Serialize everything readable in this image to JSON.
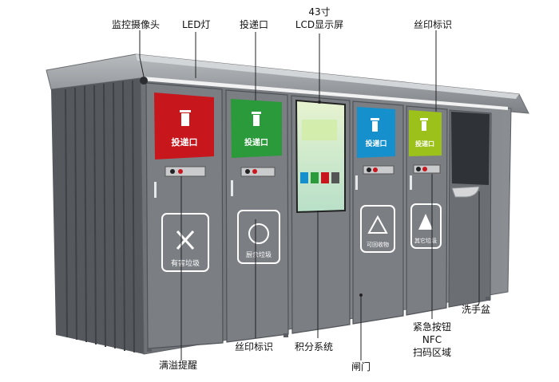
{
  "labels": {
    "camera": "监控摄像头",
    "led": "LED灯",
    "drop_port": "投递口",
    "lcd_size": "43寸",
    "lcd_name": "LCD显示屏",
    "silk_top": "丝印标识",
    "sink": "洗手盆",
    "emergency": "紧急按钮",
    "nfc": "NFC",
    "scan": "扫码区域",
    "overflow": "满溢提醒",
    "silk_bottom": "丝印标识",
    "points": "积分系统",
    "gate": "闸门"
  },
  "panels": [
    {
      "id": "hazardous",
      "color": "#c8161d",
      "drop_label": "投递口",
      "category": "有害垃圾"
    },
    {
      "id": "kitchen",
      "color": "#2a9a3a",
      "drop_label": "投递口",
      "category": "厨余垃圾"
    },
    {
      "id": "recyclable",
      "color": "#1590cc",
      "drop_label": "投递口",
      "category": "可回收物"
    },
    {
      "id": "other",
      "color": "#9cc11a",
      "drop_label": "投递口",
      "category": "其它垃圾"
    }
  ]
}
